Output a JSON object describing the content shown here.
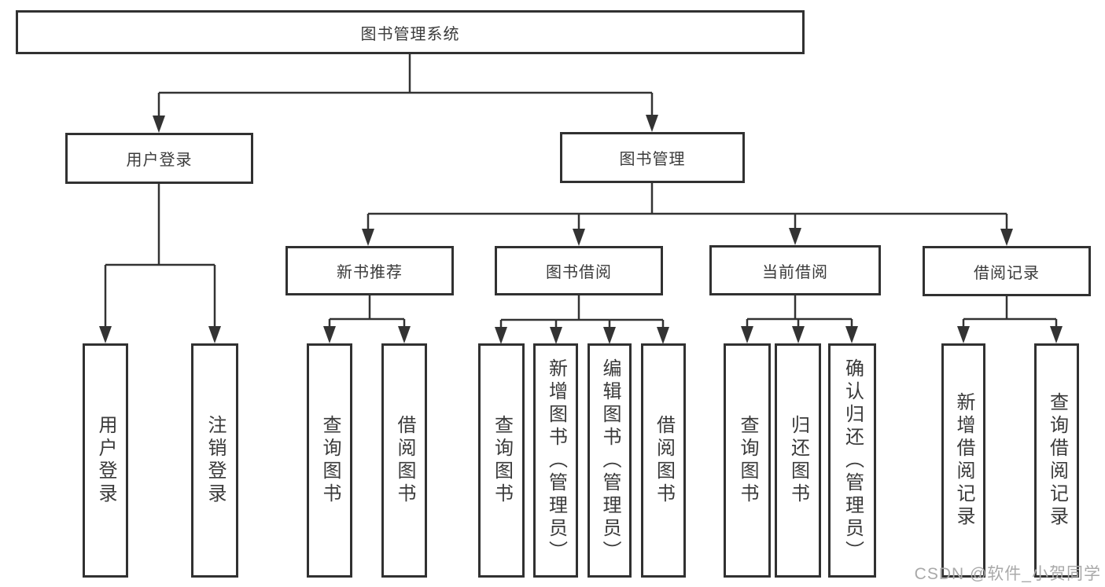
{
  "colors": {
    "line": "#333333",
    "box_border": "#313131",
    "text": "#3a3a3a",
    "watermark": "#a9a9a9",
    "background": "#ffffff"
  },
  "tree": {
    "root": {
      "label": "图书管理系统"
    },
    "branches": [
      {
        "label": "用户登录",
        "children": [
          {
            "label": "用户登录"
          },
          {
            "label": "注销登录"
          }
        ]
      },
      {
        "label": "图书管理",
        "children": [
          {
            "label": "新书推荐",
            "children": [
              {
                "label": "查询图书"
              },
              {
                "label": "借阅图书"
              }
            ]
          },
          {
            "label": "图书借阅",
            "children": [
              {
                "label": "查询图书"
              },
              {
                "label": "新增图书（管理员）"
              },
              {
                "label": "编辑图书（管理员）"
              },
              {
                "label": "借阅图书"
              }
            ]
          },
          {
            "label": "当前借阅",
            "children": [
              {
                "label": "查询图书"
              },
              {
                "label": "归还图书"
              },
              {
                "label": "确认归还（管理员）"
              }
            ]
          },
          {
            "label": "借阅记录",
            "children": [
              {
                "label": "新增借阅记录"
              },
              {
                "label": "查询借阅记录"
              }
            ]
          }
        ]
      }
    ]
  },
  "watermark": "CSDN @软件_小贺同学"
}
